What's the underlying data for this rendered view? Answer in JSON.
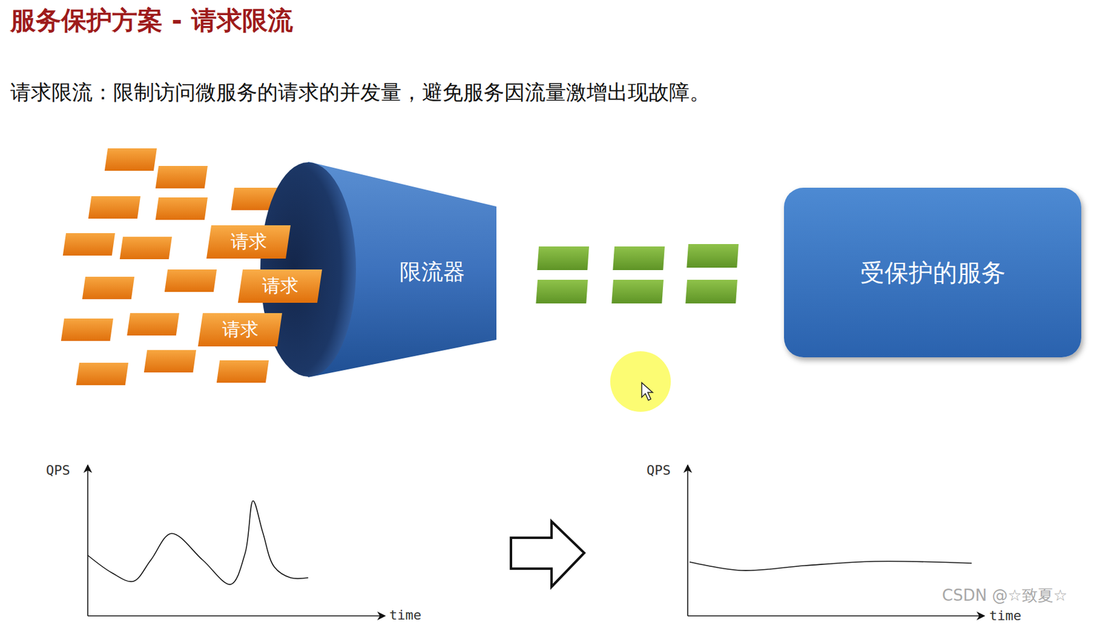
{
  "diagram": {
    "title": "服务保护方案 - 请求限流",
    "nodes": [
      {
        "text": [
          "请求"
        ]
      },
      {
        "text": [
          "请求"
        ]
      },
      {
        "text": [
          "请求"
        ]
      },
      {
        "text": [
          "限流器"
        ]
      },
      {
        "text": [
          "受保护的服务"
        ]
      }
    ],
    "labels": [
      "请求限流：限制访问微服务的请求的并发量，避免服务因流量激增出现故障。",
      "QPS",
      "time",
      "QPS",
      "time",
      "CSDN @☆致夏☆"
    ]
  }
}
